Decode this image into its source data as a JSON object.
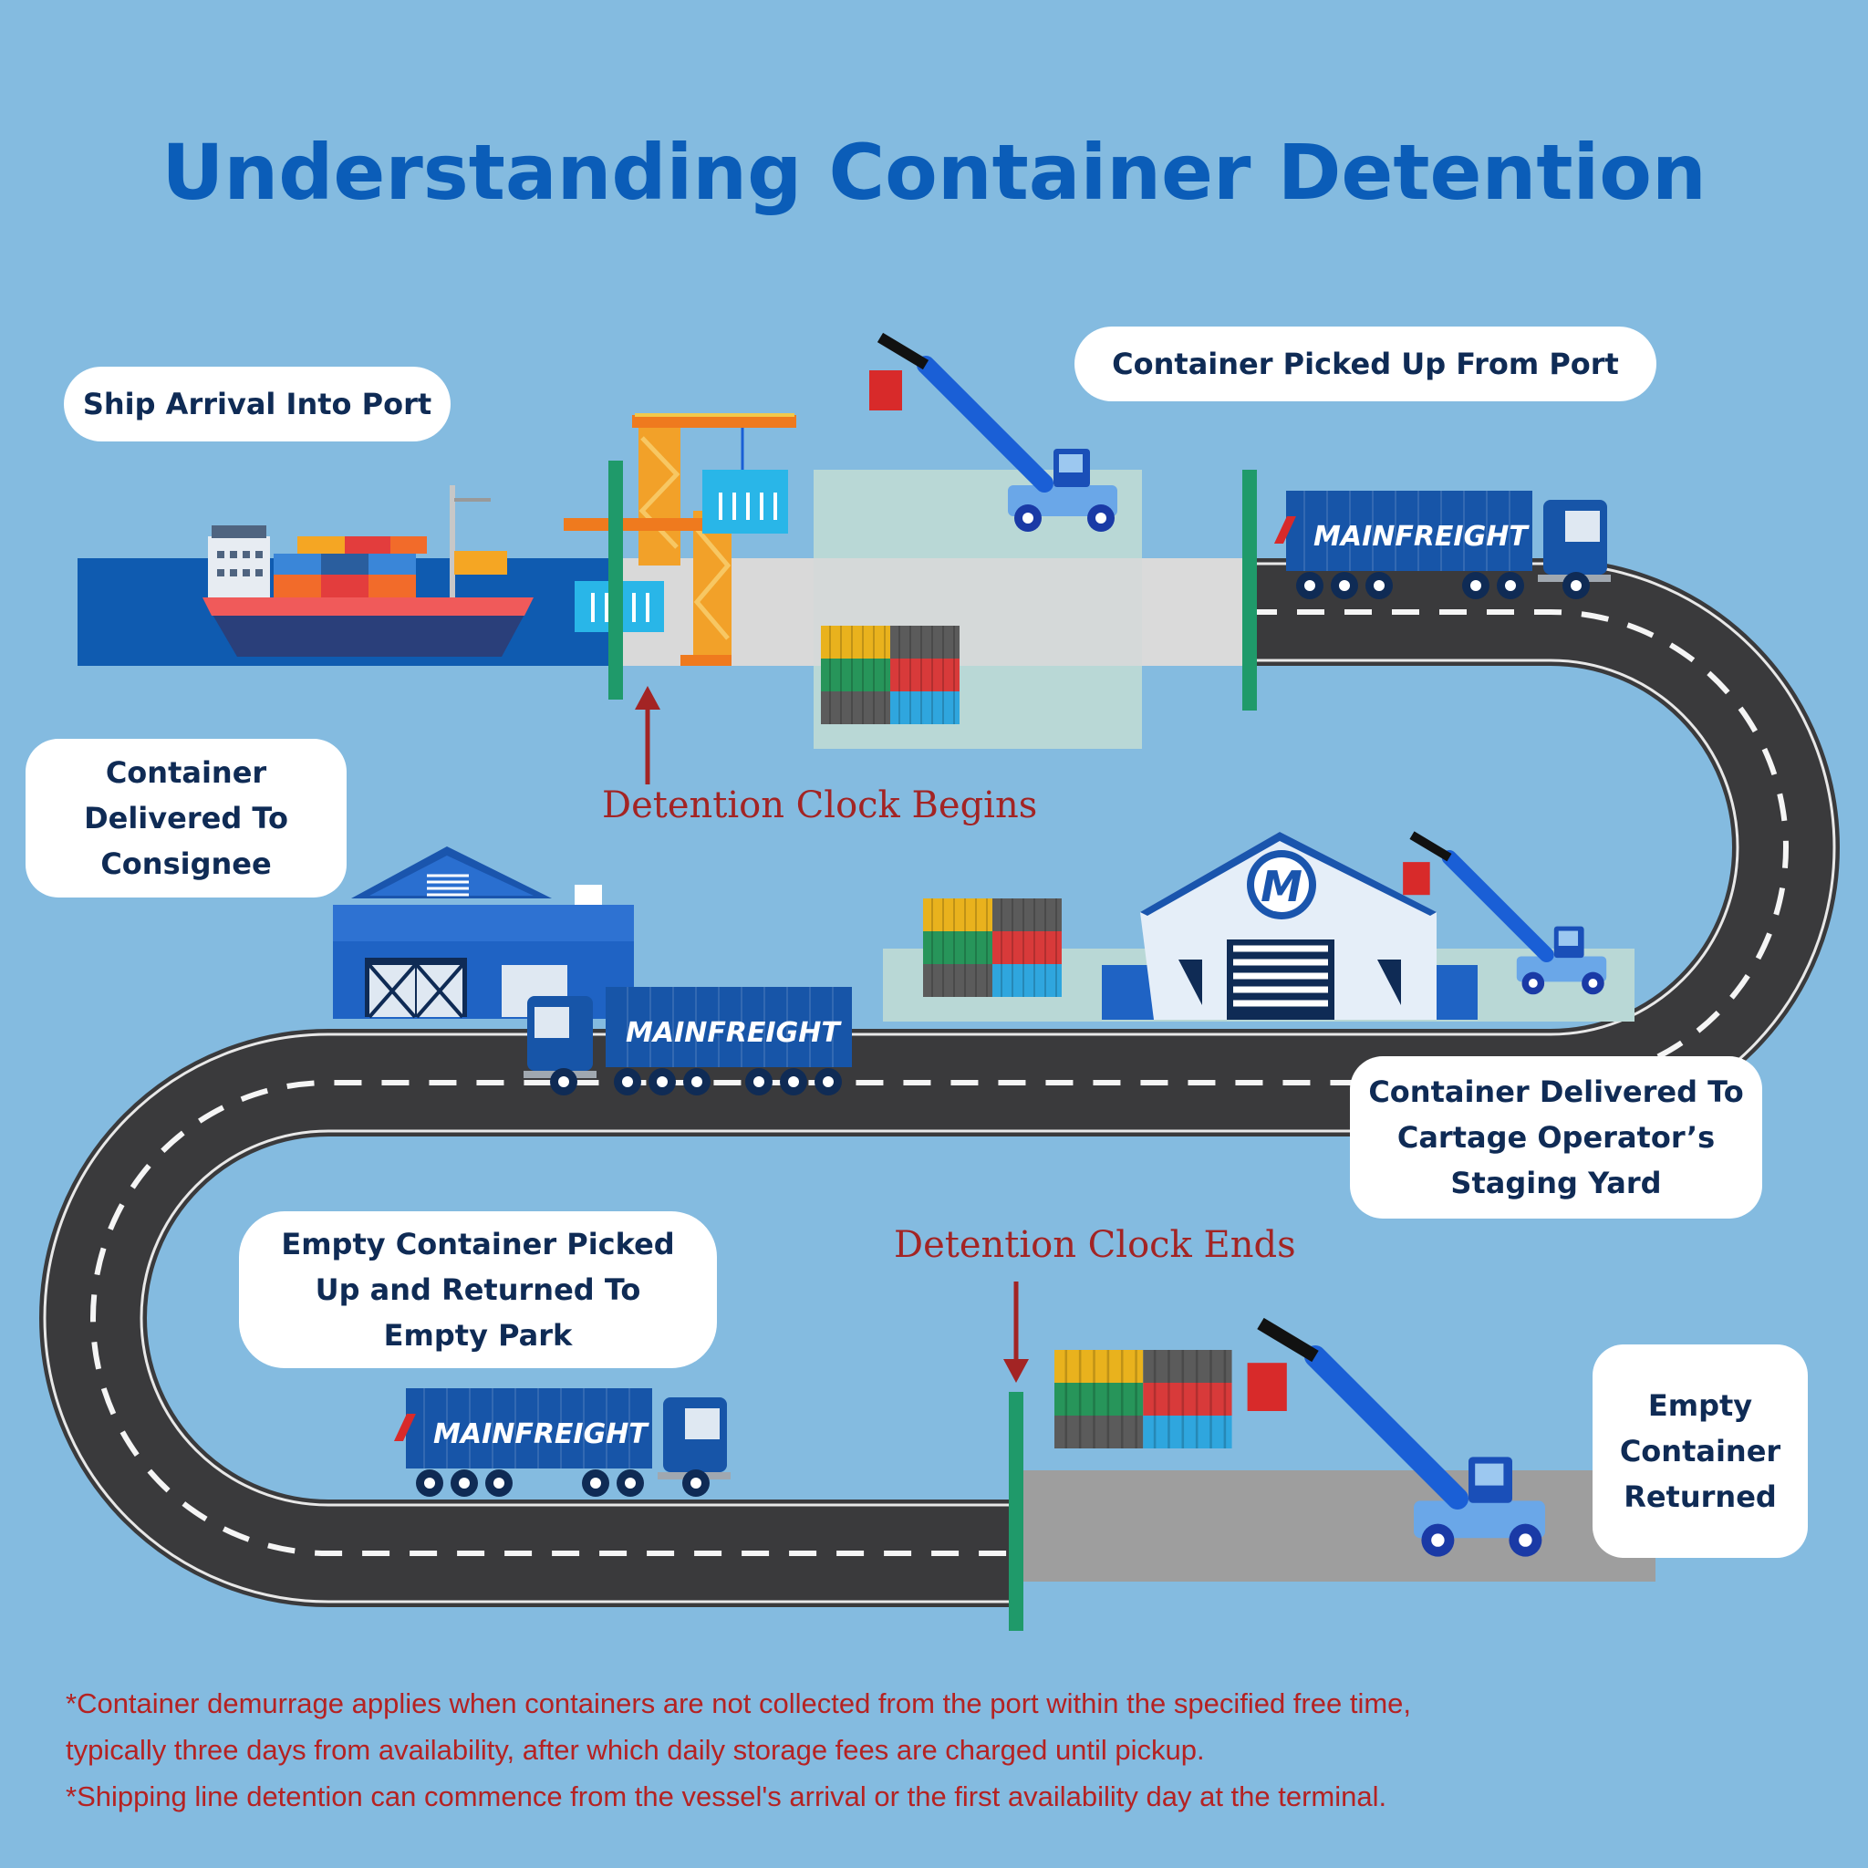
{
  "title": "Understanding Container Detention",
  "steps": [
    {
      "label": "Ship Arrival Into Port"
    },
    {
      "label": "Container Picked Up From Port"
    },
    {
      "label": "Container Delivered To Consignee"
    },
    {
      "label": "Container Delivered To Cartage Operator’s Staging Yard"
    },
    {
      "label": "Empty Container Picked Up and Returned To Empty Park"
    },
    {
      "label": "Empty Container Returned"
    }
  ],
  "markers": {
    "clock_begins": "Detention Clock Begins",
    "clock_ends": "Detention Clock Ends"
  },
  "truck_brand": "MAINFREIGHT",
  "footnotes": [
    "*Container demurrage applies when containers are not collected from the port within the specified free time,",
    "typically three days from availability, after which daily storage fees are charged until pickup.",
    "*Shipping line detention can commence from the vessel's arrival or the first availability day at the terminal."
  ],
  "colors": {
    "background": "#84bbe0",
    "title": "#0b5db8",
    "road": "#3a3a3c",
    "marker_post": "#1f9a6a",
    "clock_text": "#a32424",
    "footnote_text": "#b52222"
  }
}
